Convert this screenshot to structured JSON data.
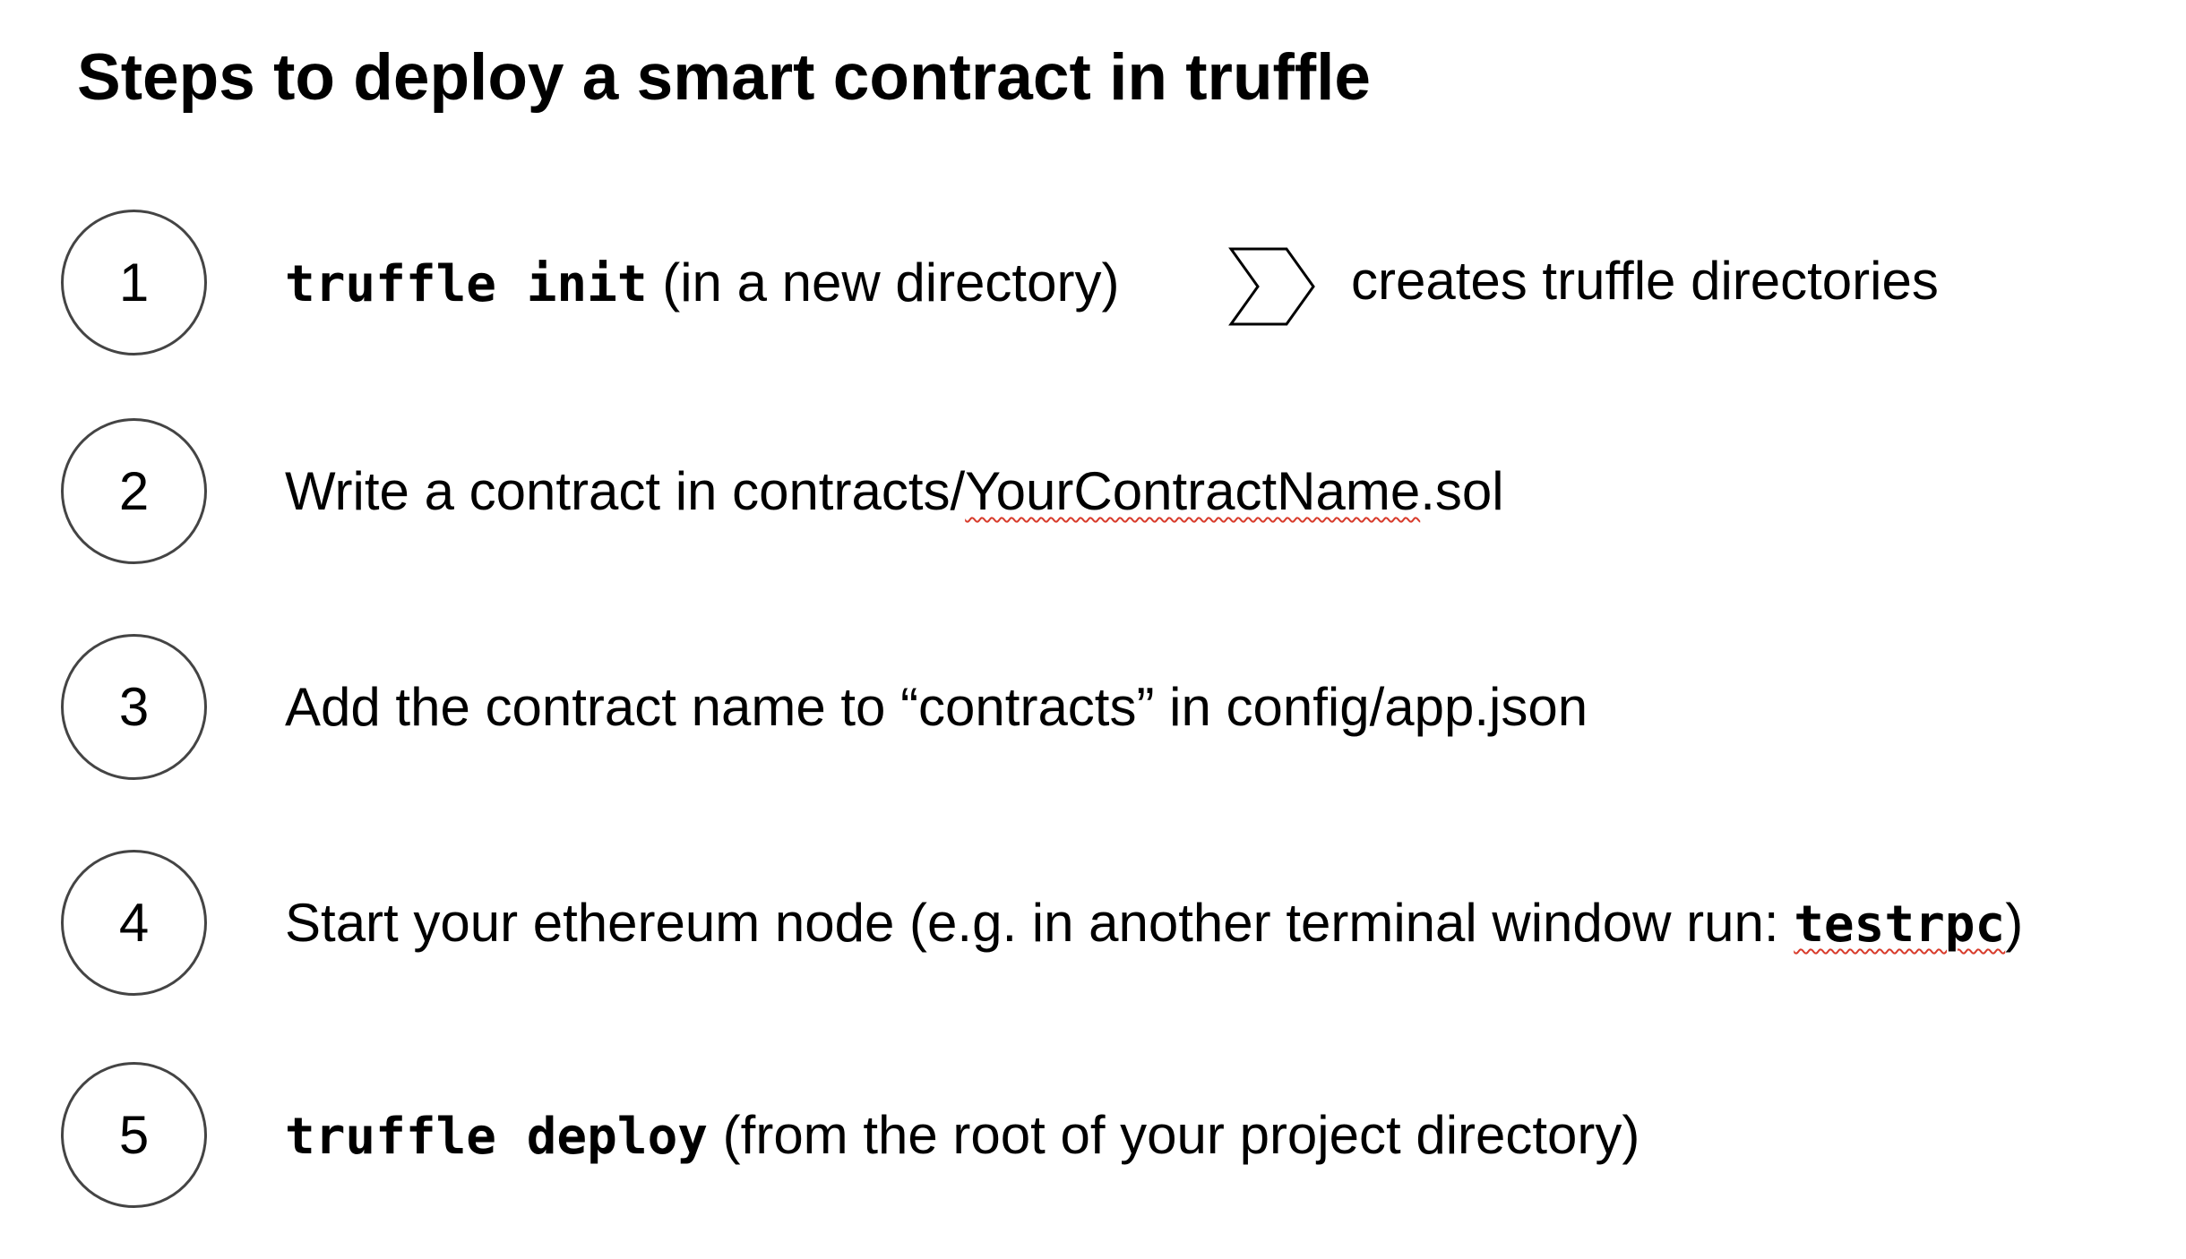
{
  "title": "Steps to deploy a smart contract in truffle",
  "steps": [
    {
      "number": "1",
      "code": "truffle init",
      "text": " (in a new directory)",
      "result": "creates truffle directories"
    },
    {
      "number": "2",
      "text_before": "Write a contract in contracts/",
      "text_flagged": "YourContractName",
      "text_after": ".sol"
    },
    {
      "number": "3",
      "text": "Add the contract name to “contracts” in config/app.json"
    },
    {
      "number": "4",
      "text_before": "Start your ethereum node (e.g. in another terminal window run: ",
      "code": "testrpc",
      "text_after": ")"
    },
    {
      "number": "5",
      "code": "truffle deploy",
      "text": " (from the root of your project directory)"
    }
  ],
  "icons": {
    "arrow": "chevron-right-icon"
  },
  "colors": {
    "text": "#000000",
    "circle_border": "#444444",
    "spellcheck_underline": "#d83b2b"
  }
}
